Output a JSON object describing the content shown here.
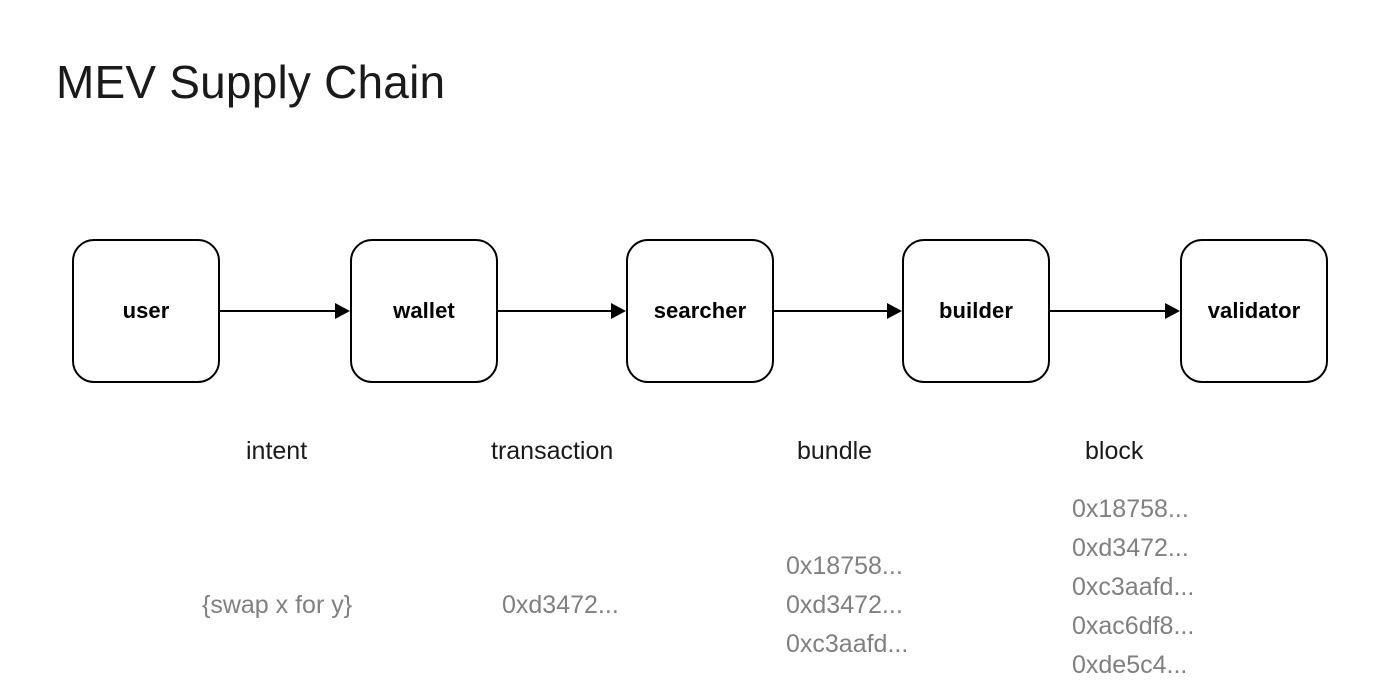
{
  "title": "MEV Supply Chain",
  "background_color": "#ffffff",
  "node_border_color": "#000000",
  "node_label_color": "#000000",
  "edge_label_color": "#1a1a1a",
  "payload_text_color": "#808080",
  "nodes": [
    {
      "label": "user"
    },
    {
      "label": "wallet"
    },
    {
      "label": "searcher"
    },
    {
      "label": "builder"
    },
    {
      "label": "validator"
    }
  ],
  "edges": [
    {
      "name": "intent",
      "from": "user",
      "to": "wallet",
      "payload": [
        "{swap x for y}"
      ]
    },
    {
      "name": "transaction",
      "from": "wallet",
      "to": "searcher",
      "payload": [
        "0xd3472..."
      ]
    },
    {
      "name": "bundle",
      "from": "searcher",
      "to": "builder",
      "payload": [
        "0x18758...",
        "0xd3472...",
        "0xc3aafd..."
      ]
    },
    {
      "name": "block",
      "from": "builder",
      "to": "validator",
      "payload": [
        "0x18758...",
        "0xd3472...",
        "0xc3aafd...",
        "0xac6df8...",
        "0xde5c4..."
      ]
    }
  ]
}
